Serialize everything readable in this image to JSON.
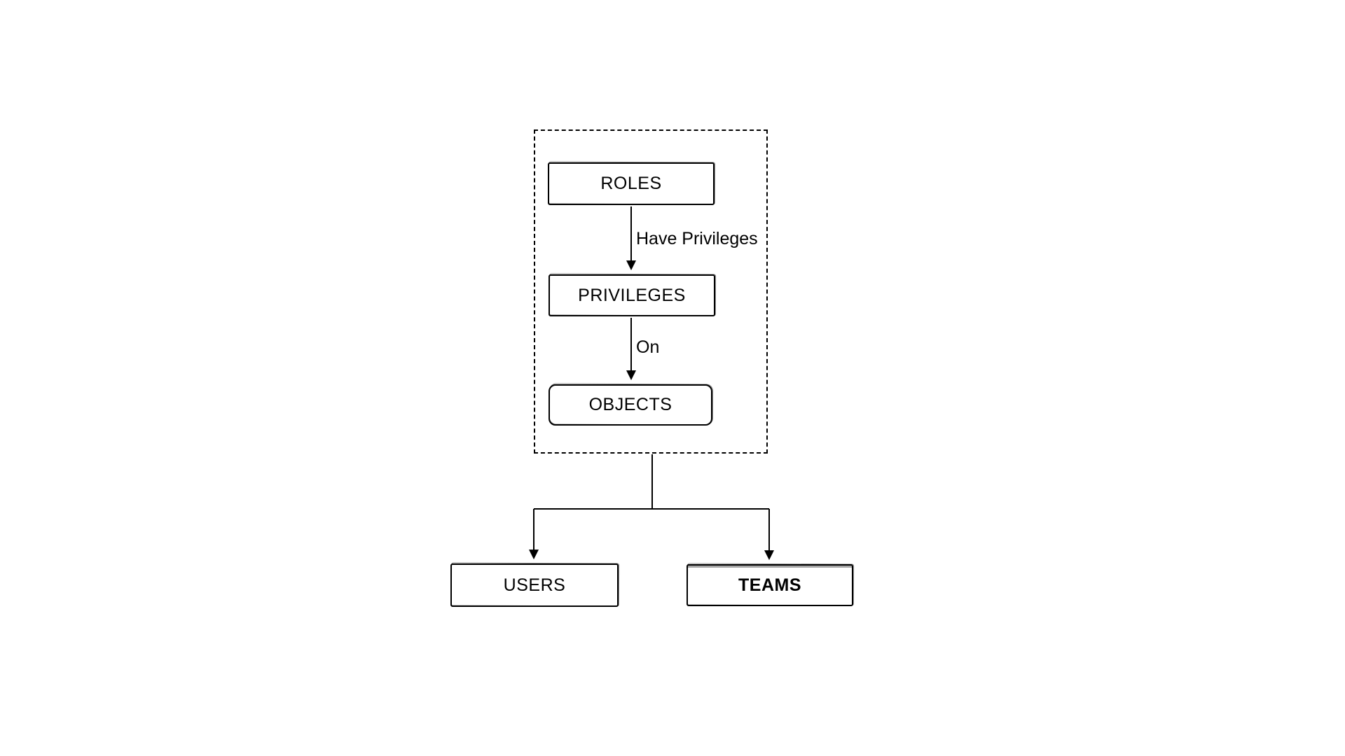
{
  "diagram": {
    "nodes": [
      {
        "id": "roles",
        "label": "ROLES"
      },
      {
        "id": "privileges",
        "label": "PRIVILEGES"
      },
      {
        "id": "objects",
        "label": "OBJECTS"
      },
      {
        "id": "users",
        "label": "USERS"
      },
      {
        "id": "teams",
        "label": "TEAMS"
      }
    ],
    "edges": [
      {
        "from": "roles",
        "to": "privileges",
        "label": "Have Privileges"
      },
      {
        "from": "privileges",
        "to": "objects",
        "label": "On"
      },
      {
        "from": "group",
        "to": "users",
        "label": ""
      },
      {
        "from": "group",
        "to": "teams",
        "label": ""
      }
    ],
    "colors": {
      "stroke": "#000000",
      "fill": "#ffffff",
      "text": "#000000"
    }
  }
}
